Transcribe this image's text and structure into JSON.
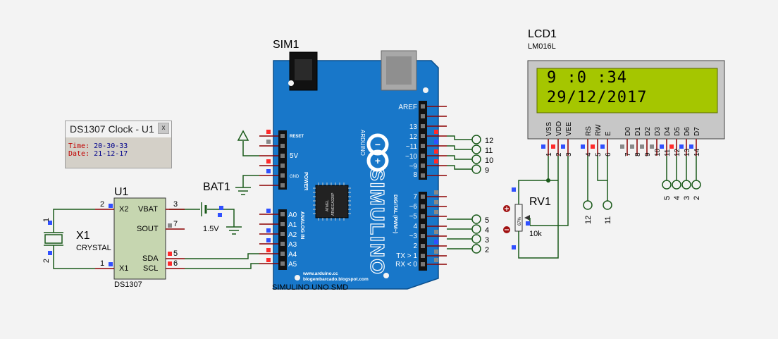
{
  "ds1307_window": {
    "title": "DS1307 Clock - U1",
    "close": "x",
    "time_label": "Time:",
    "time_value": "20-30-33",
    "date_label": "Date:",
    "date_value": "21-12-17"
  },
  "lcd": {
    "ref": "LCD1",
    "model": "LM016L",
    "line1": "9 :0 :34",
    "line2": "29/12/2017",
    "pin_names": [
      "VSS",
      "VDD",
      "VEE",
      "RS",
      "RW",
      "E",
      "D0",
      "D1",
      "D2",
      "D3",
      "D4",
      "D5",
      "D6",
      "D7"
    ],
    "pin_numbers": [
      "1",
      "2",
      "3",
      "4",
      "5",
      "6",
      "7",
      "8",
      "9",
      "10",
      "11",
      "12",
      "13",
      "14"
    ]
  },
  "arduino": {
    "ref": "SIM1",
    "name": "SIMULINO UNO SMD",
    "logo": "SIMULINO",
    "brand": "ARDUINO",
    "urls": [
      "www.arduino.cc",
      "blogembarcado.blogspot.com"
    ],
    "power_pins": [
      "RESET",
      "5V",
      "GND"
    ],
    "power_label": "POWER",
    "analog_pins": [
      "A0",
      "A1",
      "A2",
      "A3",
      "A4",
      "A5"
    ],
    "analog_label": "ANALOG IN",
    "digital_top": [
      "AREF",
      "13",
      "12",
      "~11",
      "~10",
      "~9",
      "8"
    ],
    "digital_bottom": [
      "7",
      "~6",
      "~5",
      "4",
      "~3",
      "2",
      "TX > 1",
      "RX < 0"
    ],
    "digital_label": "DIGITAL (PWM~)",
    "chip_text": [
      "ATMEL",
      "ATMEGA328P"
    ]
  },
  "rtc": {
    "ref": "U1",
    "name": "DS1307",
    "left_pins": [
      {
        "num": "2",
        "name": "X2"
      },
      {
        "num": "1",
        "name": "X1"
      }
    ],
    "right_pins": [
      {
        "num": "3",
        "name": "VBAT"
      },
      {
        "num": "7",
        "name": "SOUT"
      },
      {
        "num": "5",
        "name": "SDA"
      },
      {
        "num": "6",
        "name": "SCL"
      }
    ]
  },
  "crystal": {
    "ref": "X1",
    "name": "CRYSTAL",
    "pin1": "1",
    "pin2": "2"
  },
  "battery": {
    "ref": "BAT1",
    "value": "1.5V"
  },
  "pot": {
    "ref": "RV1",
    "value": "10k",
    "percent": "67%"
  },
  "terminals": {
    "upper": [
      "12",
      "11",
      "10",
      "9"
    ],
    "lower": [
      "5",
      "4",
      "3",
      "2"
    ],
    "lcd_rs_e": [
      "12",
      "11"
    ],
    "lcd_data": [
      "5",
      "4",
      "3",
      "2"
    ]
  }
}
